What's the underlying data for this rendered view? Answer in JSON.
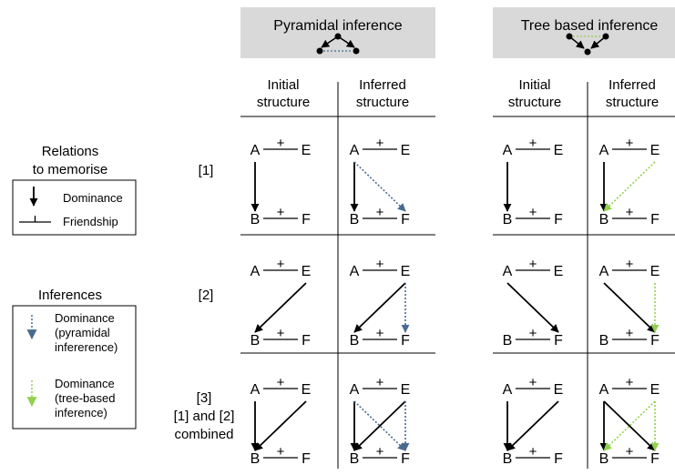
{
  "headers": {
    "pyramidal": "Pyramidal inference",
    "tree": "Tree based inference"
  },
  "columns": {
    "initial": [
      "Initial",
      "structure"
    ],
    "inferred": [
      "Inferred",
      "structure"
    ]
  },
  "rows": [
    {
      "label": [
        "[1]"
      ]
    },
    {
      "label": [
        "[2]"
      ]
    },
    {
      "label": [
        "[3]",
        "[1] and [2]",
        "combined"
      ]
    }
  ],
  "nodes": {
    "a": "A",
    "b": "B",
    "e": "E",
    "f": "F"
  },
  "friend_mark": "+",
  "legend_relations": {
    "title": [
      "Relations",
      "to memorise"
    ],
    "dominance": "Dominance",
    "friendship": "Friendship"
  },
  "legend_inferences": {
    "title": "Inferences",
    "pyramidal": [
      "Dominance",
      "(pyramidal",
      "infererence)"
    ],
    "tree": [
      "Dominance",
      "(tree-based",
      "inference)"
    ]
  },
  "colors": {
    "header_bg": "#d9d9d9",
    "pyramidal_arrow": "#4a6b91",
    "tree_arrow": "#92d050"
  },
  "cells": {
    "r1_pyr_init": {
      "solid": [
        "A-B"
      ],
      "pyr": [],
      "tree": []
    },
    "r1_pyr_inf": {
      "solid": [
        "A-B"
      ],
      "pyr": [
        "A-F"
      ],
      "tree": []
    },
    "r1_tree_init": {
      "solid": [
        "A-B"
      ],
      "pyr": [],
      "tree": []
    },
    "r1_tree_inf": {
      "solid": [
        "A-B"
      ],
      "pyr": [],
      "tree": [
        "E-B"
      ]
    },
    "r2_pyr_init": {
      "solid": [
        "E-B"
      ],
      "pyr": [],
      "tree": []
    },
    "r2_pyr_inf": {
      "solid": [
        "E-B"
      ],
      "pyr": [
        "E-F"
      ],
      "tree": []
    },
    "r2_tree_init": {
      "solid": [
        "A-F"
      ],
      "pyr": [],
      "tree": []
    },
    "r2_tree_inf": {
      "solid": [
        "A-F"
      ],
      "pyr": [],
      "tree": [
        "E-F"
      ]
    },
    "r3_pyr_init": {
      "solid": [
        "A-B",
        "E-B"
      ],
      "pyr": [],
      "tree": []
    },
    "r3_pyr_inf": {
      "solid": [
        "A-B",
        "E-B"
      ],
      "pyr": [
        "A-F",
        "E-F"
      ],
      "tree": []
    },
    "r3_tree_init": {
      "solid": [
        "A-B",
        "E-B"
      ],
      "pyr": [],
      "tree": []
    },
    "r3_tree_inf": {
      "solid": [
        "A-B",
        "A-F"
      ],
      "pyr": [],
      "tree": [
        "E-B",
        "E-F"
      ]
    }
  }
}
